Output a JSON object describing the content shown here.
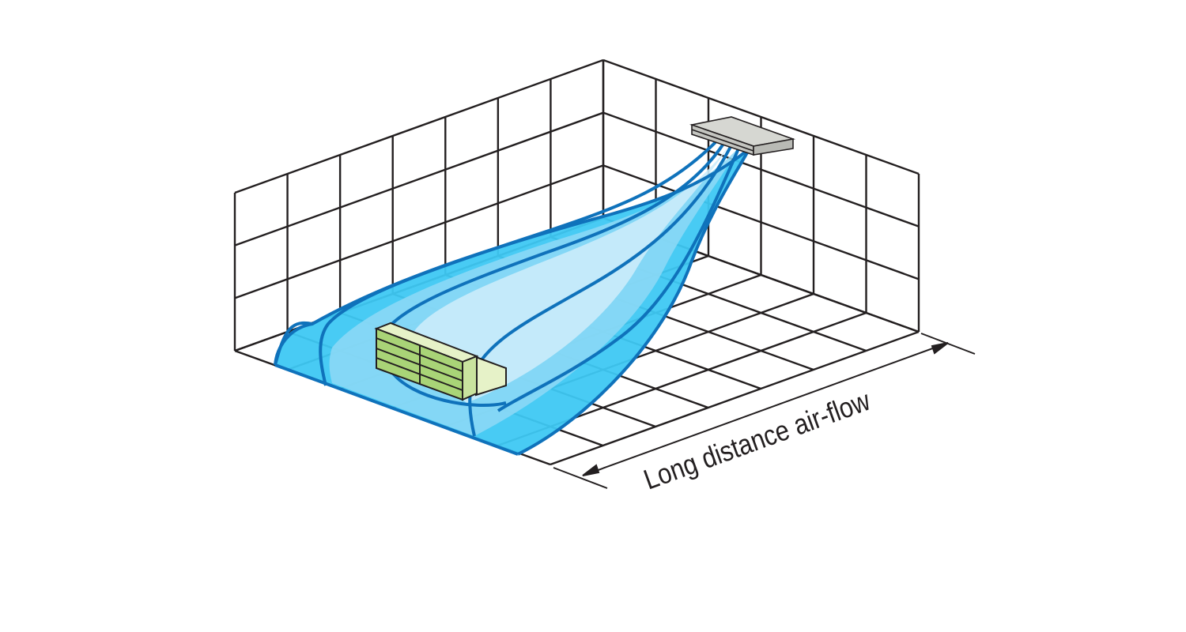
{
  "diagram": {
    "label": "Long distance air-flow",
    "room": {
      "left_wall_cells": [
        7,
        3
      ],
      "right_wall_cells": [
        6,
        3
      ],
      "floor_cells": [
        7,
        6
      ]
    },
    "colors": {
      "grid": "#231f20",
      "airflow_outer": "#3ec8f3",
      "airflow_mid": "#8fd9f6",
      "airflow_inner": "#cbecfb",
      "airflow_line": "#0f72bb",
      "ac_unit": "#d6d7d2",
      "heater": "#a9d477",
      "heater_top": "#e6f2c8"
    },
    "icons": [
      "ceiling-ac-unit",
      "floor-heater",
      "double-arrow"
    ]
  }
}
